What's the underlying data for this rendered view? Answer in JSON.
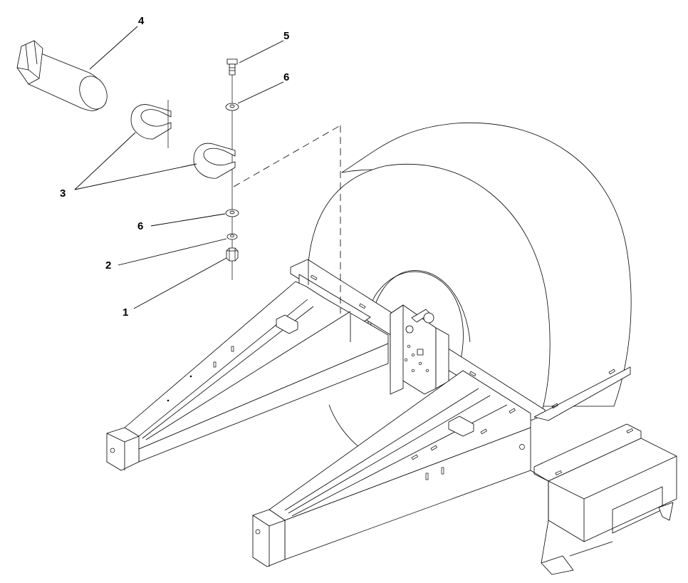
{
  "callouts": [
    {
      "id": "c4",
      "label": "4"
    },
    {
      "id": "c5",
      "label": "5"
    },
    {
      "id": "c6a",
      "label": "6"
    },
    {
      "id": "c3",
      "label": "3"
    },
    {
      "id": "c6b",
      "label": "6"
    },
    {
      "id": "c2",
      "label": "2"
    },
    {
      "id": "c1",
      "label": "1"
    }
  ],
  "parts": [
    {
      "item": "1",
      "icon": "hex-nut-icon"
    },
    {
      "item": "2",
      "icon": "lock-washer-icon"
    },
    {
      "item": "3",
      "icon": "hose-clamp-icon"
    },
    {
      "item": "4",
      "icon": "hose-fitting-icon"
    },
    {
      "item": "5",
      "icon": "bolt-icon"
    },
    {
      "item": "6",
      "icon": "flat-washer-icon"
    }
  ],
  "colors": {
    "line": "#000000",
    "background": "#ffffff"
  }
}
